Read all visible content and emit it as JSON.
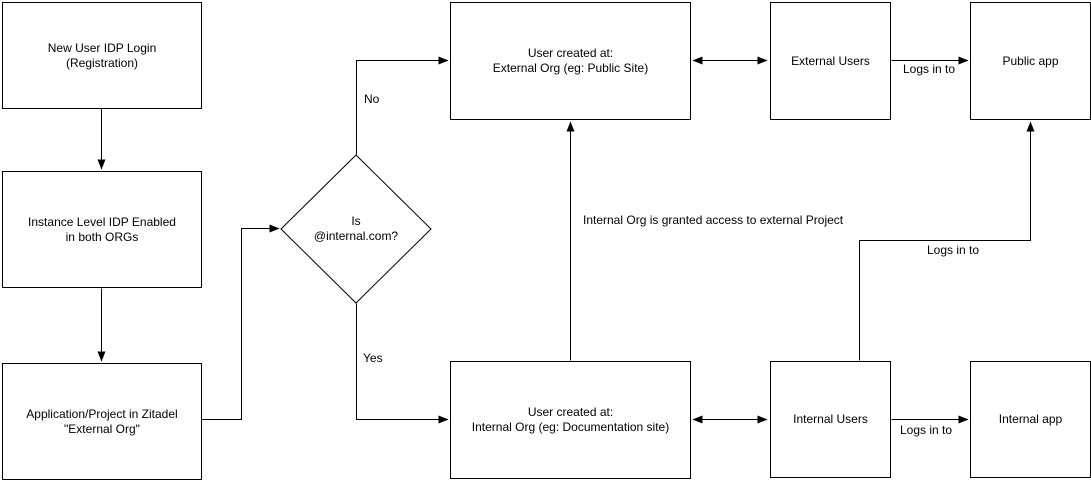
{
  "nodes": {
    "new_user_idp_login": {
      "line1": "New User IDP Login",
      "line2": "(Registration)"
    },
    "instance_level_idp": {
      "line1": "Instance Level IDP Enabled",
      "line2": "in both ORGs"
    },
    "application_project": {
      "line1": "Application/Project in Zitadel",
      "line2": "\"External Org\""
    },
    "decision": {
      "line1": "Is",
      "line2": "@internal.com?"
    },
    "user_created_external": {
      "line1": "User created at:",
      "line2": "External Org (eg: Public Site)"
    },
    "user_created_internal": {
      "line1": "User created at:",
      "line2": "Internal Org (eg: Documentation site)"
    },
    "external_users": {
      "label": "External Users"
    },
    "public_app": {
      "label": "Public app"
    },
    "internal_users": {
      "label": "Internal Users"
    },
    "internal_app": {
      "label": "Internal app"
    }
  },
  "edge_labels": {
    "no": "No",
    "yes": "Yes",
    "external_users_login": "Logs in to",
    "internal_users_public_login": "Logs in to",
    "internal_users_login": "Logs in to",
    "granted_access": "Internal Org is granted access to external Project"
  },
  "colors": {
    "stroke": "#000000",
    "text": "#000000",
    "background": "#ffffff"
  }
}
